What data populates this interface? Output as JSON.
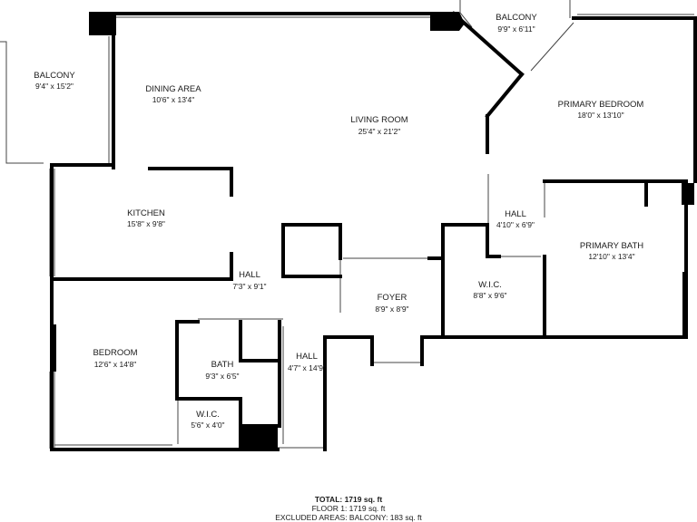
{
  "rooms": {
    "balcony_west": {
      "name": "BALCONY",
      "dims": "9'4\" x 15'2\""
    },
    "dining_area": {
      "name": "DINING AREA",
      "dims": "10'6\" x 13'4\""
    },
    "living_room": {
      "name": "LIVING ROOM",
      "dims": "25'4\" x 21'2\""
    },
    "balcony_north": {
      "name": "BALCONY",
      "dims": "9'9\" x 6'11\""
    },
    "primary_bedroom": {
      "name": "PRIMARY BEDROOM",
      "dims": "18'0\" x 13'10\""
    },
    "kitchen": {
      "name": "KITCHEN",
      "dims": "15'8\" x 9'8\""
    },
    "hall_primary": {
      "name": "HALL",
      "dims": "4'10\" x 6'9\""
    },
    "primary_bath": {
      "name": "PRIMARY BATH",
      "dims": "12'10\" x 13'4\""
    },
    "hall_center": {
      "name": "HALL",
      "dims": "7'3\" x 9'1\""
    },
    "foyer": {
      "name": "FOYER",
      "dims": "8'9\" x 8'9\""
    },
    "wic_primary": {
      "name": "W.I.C.",
      "dims": "8'8\" x 9'6\""
    },
    "bedroom": {
      "name": "BEDROOM",
      "dims": "12'6\" x 14'8\""
    },
    "bath": {
      "name": "BATH",
      "dims": "9'3\" x 6'5\""
    },
    "hall_lower": {
      "name": "HALL",
      "dims": "4'7\" x 14'9\""
    },
    "wic_bedroom": {
      "name": "W.I.C.",
      "dims": "5'6\" x 4'0\""
    }
  },
  "summary": {
    "total": "TOTAL: 1719 sq. ft",
    "floor": "FLOOR 1: 1719 sq. ft",
    "excluded": "EXCLUDED AREAS: BALCONY: 183 sq. ft"
  }
}
